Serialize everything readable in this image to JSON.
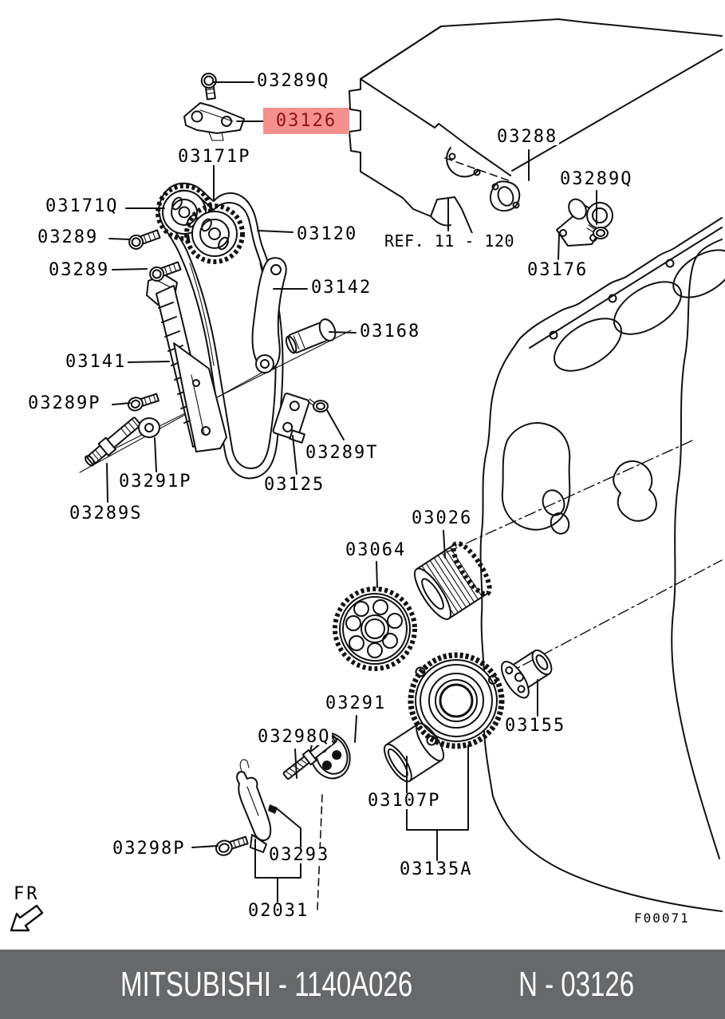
{
  "highlight": {
    "bg": "#f4908d",
    "fg": "#8f1310"
  },
  "parts": {
    "p03289q_top": "03289Q",
    "p03126": "03126",
    "p03171p": "03171P",
    "p03171q": "03171Q",
    "p03289_a": "03289",
    "p03289_b": "03289",
    "p03120": "03120",
    "p03142": "03142",
    "p03168": "03168",
    "p03141": "03141",
    "p03289p": "03289P",
    "p03291p": "03291P",
    "p03289s": "03289S",
    "p03289t": "03289T",
    "p03125": "03125",
    "p03288": "03288",
    "p03289q_right": "03289Q",
    "ref": "REF. 11 - 120",
    "p03176": "03176",
    "p03026": "03026",
    "p03064": "03064",
    "p03291": "03291",
    "p03298q": "03298Q",
    "p03107p": "03107P",
    "p03155": "03155",
    "p03135a": "03135A",
    "p03293": "03293",
    "p03298p": "03298P",
    "p02031": "02031"
  },
  "annotations": {
    "fr": "FR",
    "figure_code": "F00071"
  },
  "footer": {
    "bg": "#67686a",
    "left": "MITSUBISHI - 1140A026",
    "right": "N - 03126"
  }
}
